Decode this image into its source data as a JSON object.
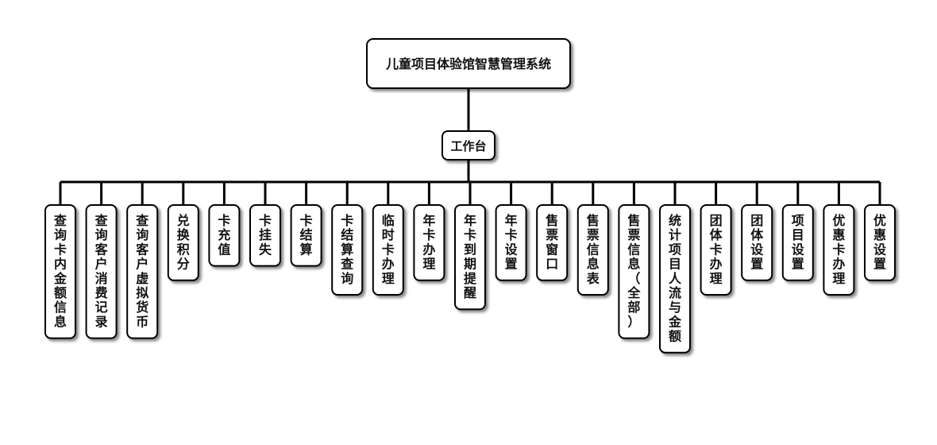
{
  "diagram": {
    "root": "儿童项目体验馆智慧管理系统",
    "hub": "工作台",
    "leaves": [
      "查询卡内金额信息",
      "查询客户消费记录",
      "查询客户虚拟货币",
      "兑换积分",
      "卡充值",
      "卡挂失",
      "卡结算",
      "卡结算查询",
      "临时卡办理",
      "年卡办理",
      "年卡到期提醒",
      "年卡设置",
      "售票窗口",
      "售票信息表",
      "售票信息（全部）",
      "统计项目人流与金额",
      "团体卡办理",
      "团体设置",
      "项目设置",
      "优惠卡办理",
      "优惠设置"
    ]
  }
}
